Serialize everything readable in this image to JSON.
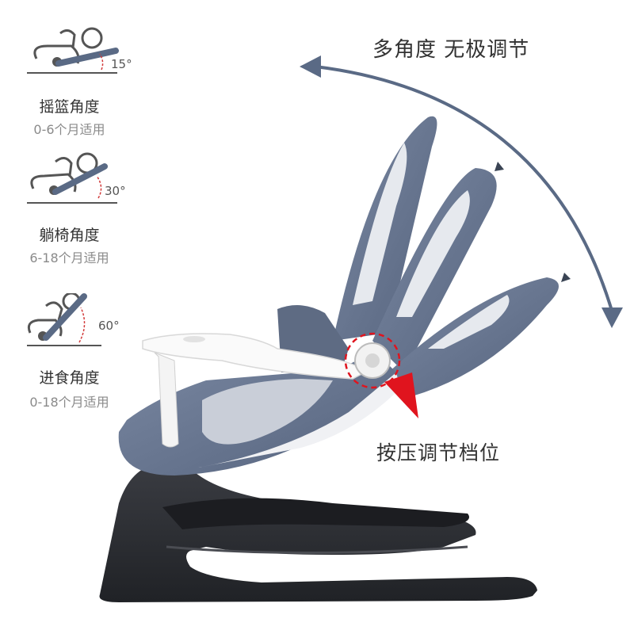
{
  "headline": "多角度 无极调节",
  "press_label": "按压调节档位",
  "modes": [
    {
      "title": "摇篮角度",
      "subtitle": "0-6个月适用",
      "angle": "15°"
    },
    {
      "title": "躺椅角度",
      "subtitle": "6-18个月适用",
      "angle": "30°"
    },
    {
      "title": "进食角度",
      "subtitle": "0-18个月适用",
      "angle": "60°"
    }
  ],
  "colors": {
    "accent_arrow": "#5a6a85",
    "fabric": "#6b7a94",
    "frame": "#2e3036",
    "angle_dash": "#d23a3a",
    "pointer": "#e0141e"
  }
}
